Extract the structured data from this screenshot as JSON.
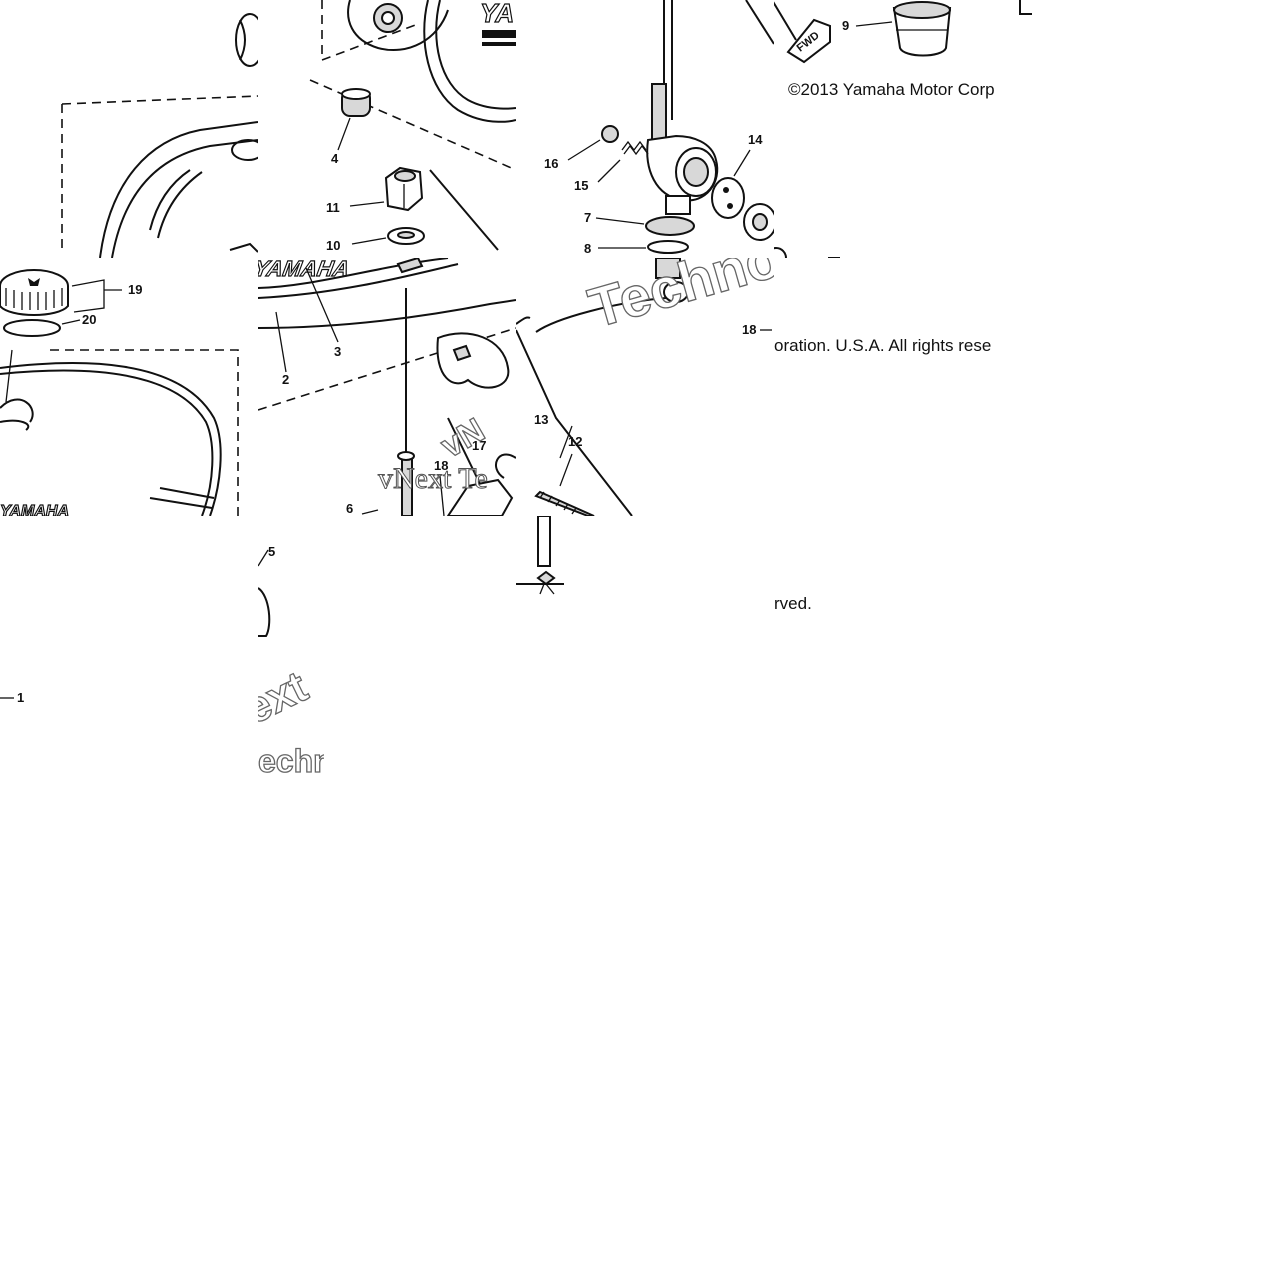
{
  "copyright": {
    "line1": "©2013 Yamaha Motor Corp",
    "line2": "oration. U.S.A. All rights rese",
    "line3": "rved."
  },
  "watermarks": {
    "techno": "Techno",
    "vnext": "vNext Te",
    "vn": "vN",
    "ext": "ext",
    "echno": "echno"
  },
  "tank_brand": {
    "front": "YAMAHA",
    "rear": "YAMAHA",
    "top": "YA"
  },
  "fwd_tag": "FWD",
  "part_numbers": {
    "p1": "1",
    "p2": "2",
    "p3": "3",
    "p4": "4",
    "p5": "5",
    "p6": "6",
    "p7": "7",
    "p8": "8",
    "p9": "9",
    "p10": "10",
    "p11": "11",
    "p12": "12",
    "p13": "13",
    "p14": "14",
    "p15": "15",
    "p16": "16",
    "p17": "17",
    "p18a": "18",
    "p18b": "18",
    "p19": "19",
    "p20": "20"
  }
}
